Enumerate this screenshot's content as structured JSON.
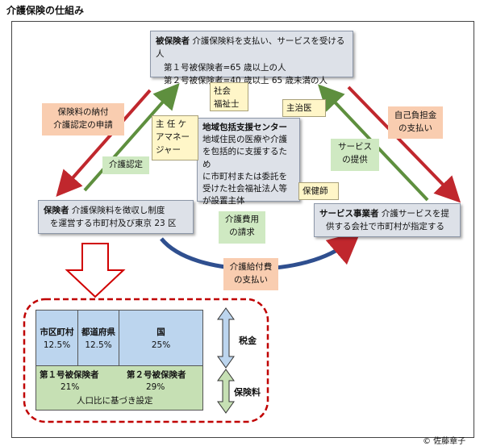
{
  "title": "介護保険の仕組み",
  "insured": {
    "title": "被保険者",
    "desc": "介護保険料を支払い、サービスを受ける人",
    "line1": "第１号被保険者=65 歳以上の人",
    "line2": "第２号被保険者=40 歳以上 65 歳未満の人"
  },
  "insurer": {
    "title": "保険者",
    "desc1": "介護保険料を徴収し制度",
    "desc2": "を運営する市町村及び東京 23 区"
  },
  "provider": {
    "title": "サービス事業者",
    "desc1": "介護サービスを提",
    "desc2": "供する会社で市町村が指定する"
  },
  "center": {
    "title": "地域包括支援センター",
    "line1": "地域住民の医療や介護",
    "line2": "を包括的に支援するため",
    "line3": "に市町村または委託を",
    "line4": "受けた社会福祉法人等",
    "line5": "が設置主体"
  },
  "staff": {
    "social_worker_1": "社会",
    "social_worker_2": "福祉士",
    "care_manager_1": "主 任 ケ",
    "care_manager_2": "アマネー",
    "care_manager_3": "ジャー",
    "doctor": "主治医",
    "nurse": "保健師"
  },
  "labels": {
    "premium_1": "保険料の納付",
    "premium_2": "介護認定の申請",
    "copay_1": "自己負担金",
    "copay_2": "の支払い",
    "certification": "介護認定",
    "service_1": "サービス",
    "service_2": "の提供",
    "claim_1": "介護費用",
    "claim_2": "の請求",
    "benefit_1": "介護給付費",
    "benefit_2": "の支払い"
  },
  "funding": {
    "municipality": "市区町村",
    "municipality_pct": "12.5%",
    "prefecture": "都道府県",
    "prefecture_pct": "12.5%",
    "national": "国",
    "national_pct": "25%",
    "first_insured": "第１号被保険者",
    "first_pct": "21%",
    "second_insured": "第２号被保険者",
    "second_pct": "29%",
    "population_note": "人口比に基づき設定",
    "tax_label": "税金",
    "premium_label": "保険料"
  },
  "author": "© 佐藤章子",
  "colors": {
    "gray_box": "#dde1e8",
    "orange_box": "#f9cdb0",
    "yellow_box": "#fff6c8",
    "green_box": "#cfe9c2",
    "arrow_red": "#c0272d",
    "arrow_green": "#5e8f3e",
    "arrow_blue": "#2f4f8f",
    "dashed_border": "#c00000"
  }
}
